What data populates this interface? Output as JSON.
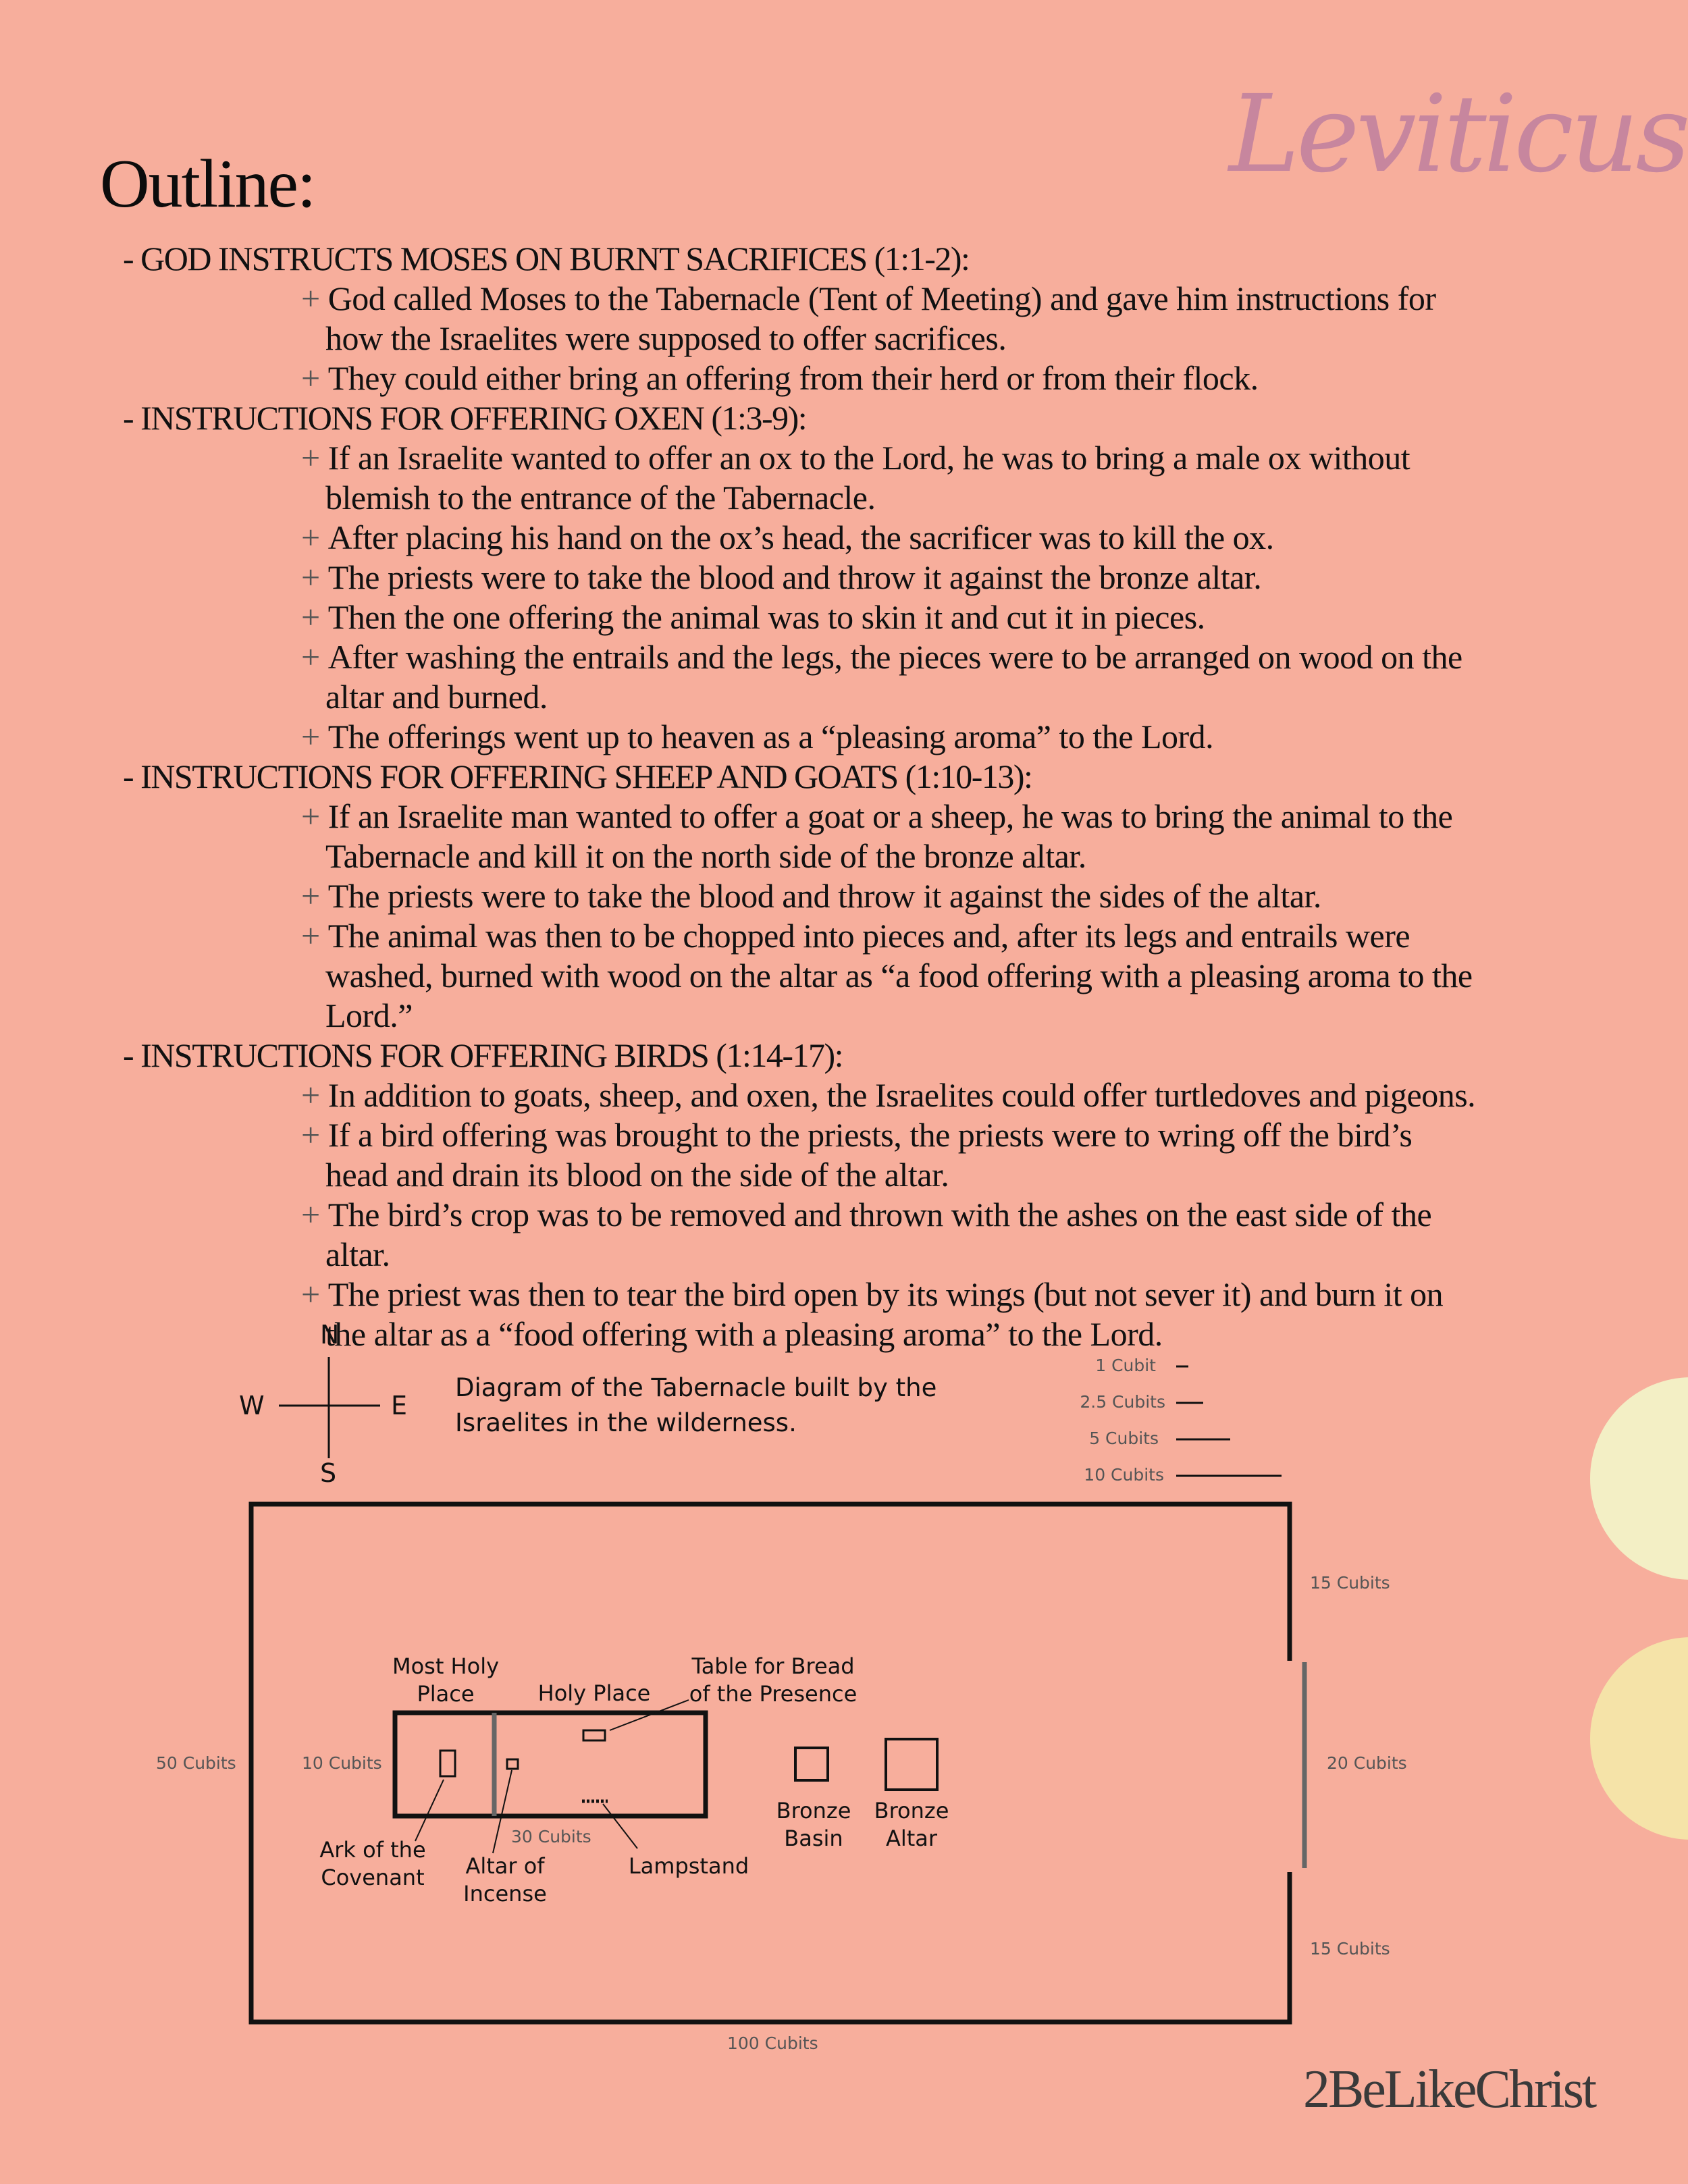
{
  "header": {
    "book_title": "Leviticus",
    "outline_heading": "Outline:"
  },
  "sections": [
    {
      "heading": "- GOD INSTRUCTS MOSES ON BURNT SACRIFICES (1:1-2):",
      "points": [
        "God called Moses to the Tabernacle (Tent of Meeting) and gave him instructions for how the Israelites were supposed to offer sacrifices.",
        "They could either bring an offering from their herd or from their flock."
      ]
    },
    {
      "heading": "- INSTRUCTIONS FOR OFFERING OXEN (1:3-9):",
      "points": [
        "If an Israelite wanted to offer an ox to the Lord, he was to bring a male ox without blemish to the entrance of the Tabernacle.",
        "After placing his hand on the ox’s head, the sacrificer was to kill the ox.",
        "The priests were to take the blood and throw it against the bronze altar.",
        "Then the one offering the animal was to skin it and cut it in pieces.",
        "After washing the entrails and the legs, the pieces were to be arranged on wood on the altar and burned.",
        "The offerings went up to heaven as a “pleasing aroma” to the Lord."
      ]
    },
    {
      "heading": "- INSTRUCTIONS FOR OFFERING SHEEP AND GOATS (1:10-13):",
      "points": [
        "If an Israelite man wanted to offer a goat or a sheep, he was to bring the animal to the Tabernacle and kill it on the north side of the bronze altar.",
        "The priests were to take the blood and throw it against the sides of the altar.",
        "The animal was then to be chopped into pieces and, after its legs and entrails were washed, burned with wood on the altar as “a food offering with a pleasing aroma to the Lord.”"
      ]
    },
    {
      "heading": "- INSTRUCTIONS FOR OFFERING BIRDS (1:14-17):",
      "points": [
        "In addition to goats, sheep, and oxen, the Israelites could offer turtledoves and pigeons.",
        "If a bird offering was brought to the priests, the priests were to wring off the bird’s head and drain its blood on the side of the altar.",
        "The bird’s crop was to be removed and thrown with the ashes on the east side of the altar.",
        "The priest was then to tear the bird open by its wings (but not sever it) and burn it on the altar as a “food offering with a pleasing aroma” to the Lord."
      ]
    }
  ],
  "bullet_symbol": "+",
  "diagram": {
    "caption": "Diagram of the Tabernacle built by the Israelites in the wilderness.",
    "compass": {
      "n": "N",
      "s": "S",
      "e": "E",
      "w": "W"
    },
    "scale": [
      "1 Cubit",
      "2.5 Cubits",
      "5 Cubits",
      "10 Cubits"
    ],
    "labels": {
      "most_holy_place": "Most Holy\nPlace",
      "holy_place": "Holy Place",
      "table_bread": "Table for Bread\nof the Presence",
      "ark": "Ark of the\nCovenant",
      "altar_incense": "Altar of\nIncense",
      "lampstand": "Lampstand",
      "bronze_basin": "Bronze\nBasin",
      "bronze_altar": "Bronze\nAltar"
    },
    "dimensions": {
      "width_50": "50 Cubits",
      "inner_10": "10 Cubits",
      "inner_30": "30 Cubits",
      "length_100": "100 Cubits",
      "side_15_top": "15 Cubits",
      "gate_20": "20 Cubits",
      "side_15_bottom": "15 Cubits"
    }
  },
  "footer": {
    "brand": "2BeLikeChrist"
  },
  "colors": {
    "background": "#f7ae9c",
    "title_accent": "#c7869e",
    "circle_cream": "#f3efc5",
    "circle_yellow": "#f5e3a8"
  }
}
